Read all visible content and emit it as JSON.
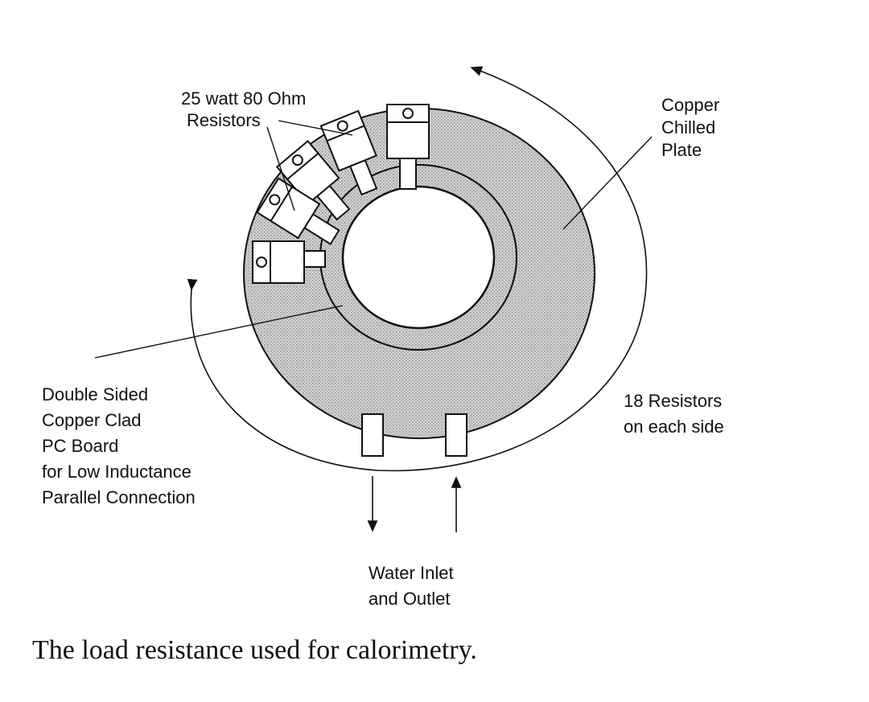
{
  "labels": {
    "resistor_spec": [
      "25 watt  80 Ohm",
      "Resistors"
    ],
    "copper_plate": [
      "Copper",
      "Chilled",
      "Plate"
    ],
    "pc_board": [
      "Double Sided",
      "Copper Clad",
      "PC Board",
      "for Low Inductance",
      "Parallel Connection"
    ],
    "resistor_count": [
      "18 Resistors",
      "on each side"
    ],
    "water": [
      "Water Inlet",
      "and Outlet"
    ]
  },
  "caption": "The load resistance used for calorimetry.",
  "colors": {
    "plate_fill": "#c9c9c9",
    "ink": "#111111",
    "background": "#ffffff"
  }
}
